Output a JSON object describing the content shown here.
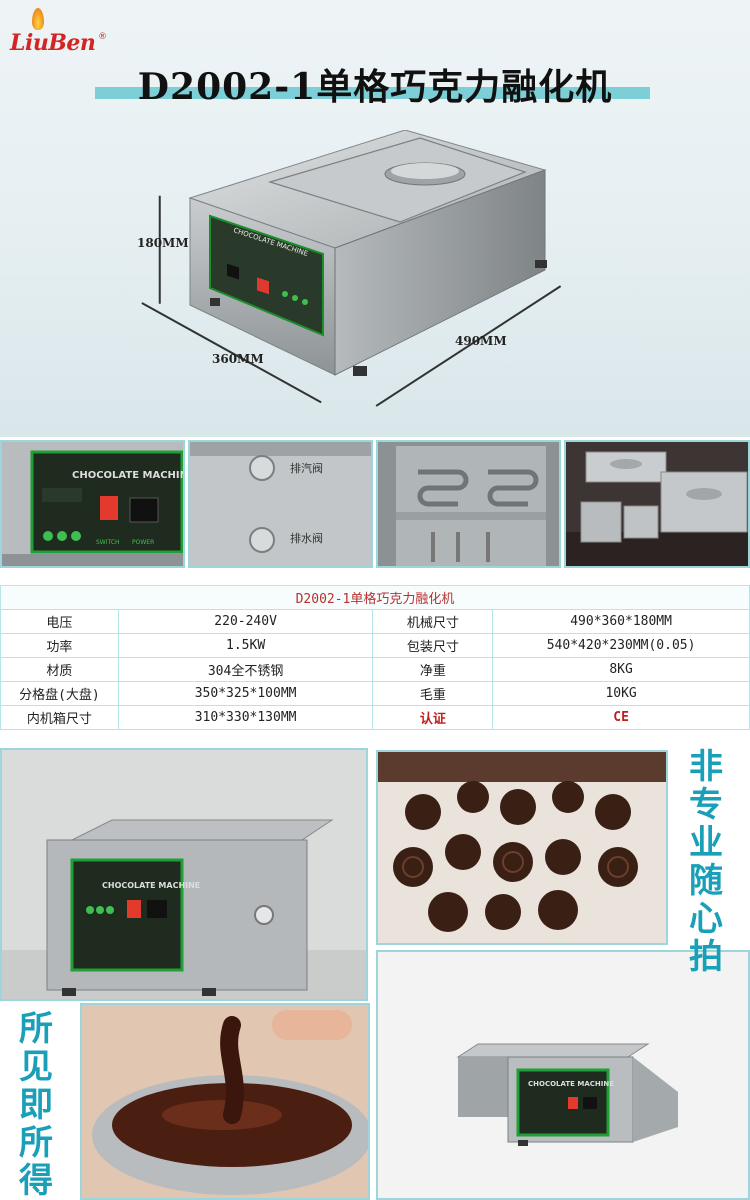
{
  "logo": {
    "text": "LiuBen",
    "reg": "®"
  },
  "title": "D2002-1单格巧克力融化机",
  "dimensions": {
    "height": "180MM",
    "width": "360MM",
    "depth": "490MM"
  },
  "panel": {
    "label": "CHOCOLATE MACHINE",
    "switch": "SWITCH",
    "power": "POWER"
  },
  "valves": {
    "exhaust": "排汽阀",
    "drain": "排水阀"
  },
  "spec": {
    "header": "D2002-1单格巧克力融化机",
    "rows": [
      [
        "电压",
        "220-240V",
        "机械尺寸",
        "490*360*180MM"
      ],
      [
        "功率",
        "1.5KW",
        "包装尺寸",
        "540*420*230MM(0.05)"
      ],
      [
        "材质",
        "304全不锈钢",
        "净重",
        "8KG"
      ],
      [
        "分格盘(大盘)",
        "350*325*100MM",
        "毛重",
        "10KG"
      ],
      [
        "内机箱尺寸",
        "310*330*130MM",
        "认证",
        "CE"
      ]
    ]
  },
  "slogans": {
    "right": [
      "非",
      "专",
      "业",
      "随",
      "心",
      "拍"
    ],
    "left": [
      "所",
      "见",
      "即",
      "所",
      "得"
    ]
  },
  "colors": {
    "accent": "#7ccfd6",
    "slogan": "#1a9fb8",
    "logo": "#d42424",
    "specHead": "#b8322e"
  }
}
